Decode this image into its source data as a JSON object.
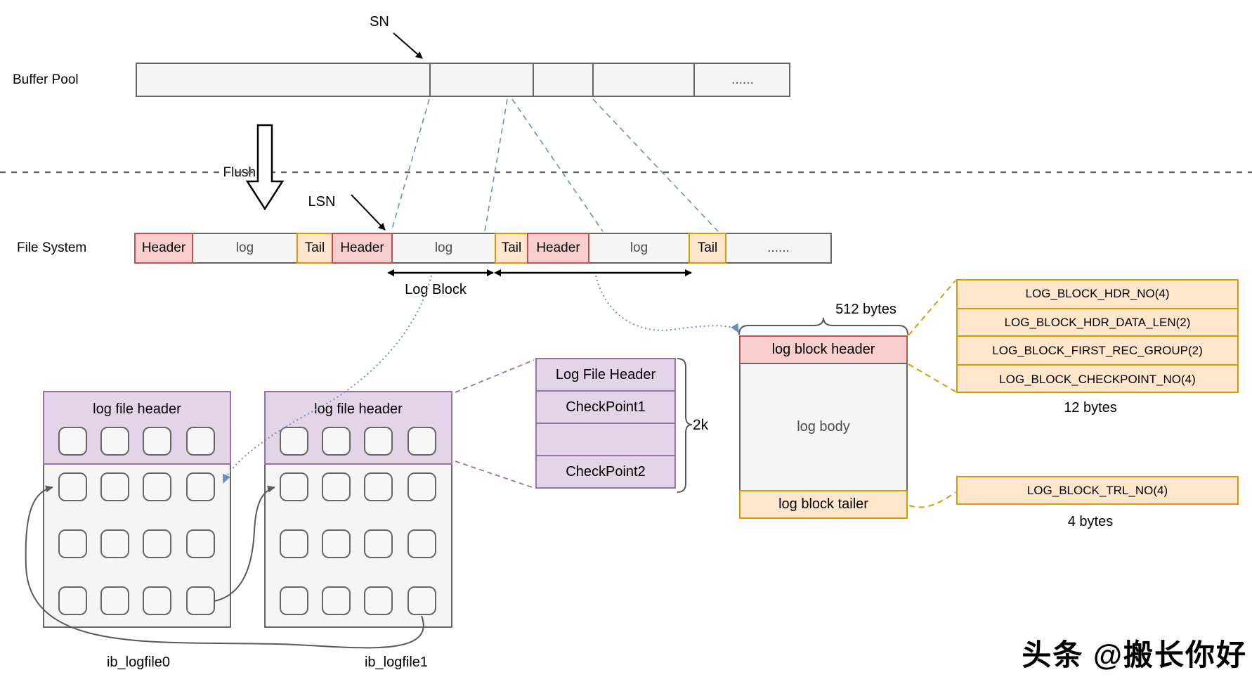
{
  "title_note": "InnoDB redo log architecture diagram",
  "colors": {
    "pink_fill": "#f8cecc",
    "pink_border": "#b85450",
    "orange_fill": "#ffe6cc",
    "orange_border": "#d79b00",
    "purple_fill": "#e1d5e7",
    "purple_border": "#9673a6",
    "gray_fill": "#f5f5f5",
    "line_gray": "#666666",
    "blue_connector": "#6c8ebf"
  },
  "buffer_pool": {
    "label": "Buffer Pool",
    "ellipsis": "......"
  },
  "annotations": {
    "sn": "SN",
    "lsn": "LSN",
    "flush": "Flush",
    "log_block": "Log Block",
    "bytes_512": "512 bytes",
    "bytes_12": "12 bytes",
    "bytes_4": "4 bytes",
    "two_k": "2k"
  },
  "file_system": {
    "label": "File System",
    "segments": [
      {
        "label": "Header",
        "type": "header"
      },
      {
        "label": "log",
        "type": "log"
      },
      {
        "label": "Tail",
        "type": "tail"
      },
      {
        "label": "Header",
        "type": "header"
      },
      {
        "label": "log",
        "type": "log"
      },
      {
        "label": "Tail",
        "type": "tail"
      },
      {
        "label": "Header",
        "type": "header"
      },
      {
        "label": "log",
        "type": "log"
      },
      {
        "label": "Tail",
        "type": "tail"
      },
      {
        "label": "......",
        "type": "ellipsis"
      }
    ]
  },
  "log_files": [
    {
      "header_label": "log file header",
      "file_label": "ib_logfile0"
    },
    {
      "header_label": "log file header",
      "file_label": "ib_logfile1"
    }
  ],
  "checkpoint_stack": {
    "rows": [
      "Log  File Header",
      "CheckPoint1",
      "",
      "CheckPoint2"
    ]
  },
  "log_block": {
    "header": "log block header",
    "body": "log body",
    "tailer": "log block tailer"
  },
  "header_fields": [
    "LOG_BLOCK_HDR_NO(4)",
    "LOG_BLOCK_HDR_DATA_LEN(2)",
    "LOG_BLOCK_FIRST_REC_GROUP(2)",
    "LOG_BLOCK_CHECKPOINT_NO(4)"
  ],
  "tail_field": "LOG_BLOCK_TRL_NO(4)",
  "watermark": "头条 @搬长你好"
}
